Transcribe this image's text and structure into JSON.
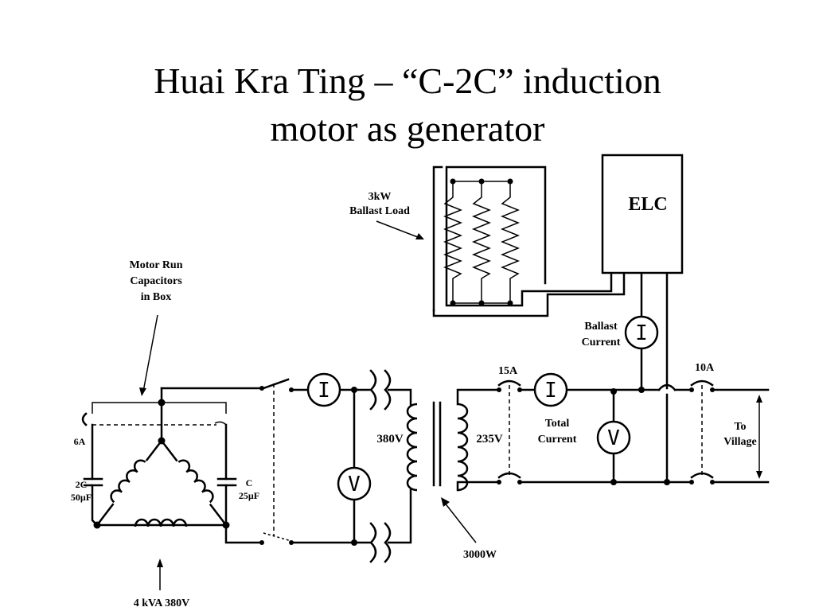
{
  "title": {
    "line1": "Huai Kra Ting – “C-2C” induction",
    "line2": "motor as generator"
  },
  "labels": {
    "ballast_load_1": "3kW",
    "ballast_load_2": "Ballast Load",
    "elc": "ELC",
    "motor_run_1": "Motor Run",
    "motor_run_2": "Capacitors",
    "motor_run_3": "in Box",
    "ballast_current_1": "Ballast",
    "ballast_current_2": "Current",
    "fuse_15a": "15A",
    "fuse_10a": "10A",
    "fuse_6a": "6A",
    "total_current_1": "Total",
    "total_current_2": "Current",
    "to_village_1": "To",
    "to_village_2": "Village",
    "v380": "380V",
    "v235": "235V",
    "cap_2c_1": "2C",
    "cap_2c_2": "50µF",
    "cap_c_1": "C",
    "cap_c_2": "25µF",
    "transformer_power": "3000W",
    "motor_rating": "4 kVA 380V"
  },
  "meters": {
    "ammeter_symbol": "I",
    "voltmeter_symbol": "V"
  }
}
